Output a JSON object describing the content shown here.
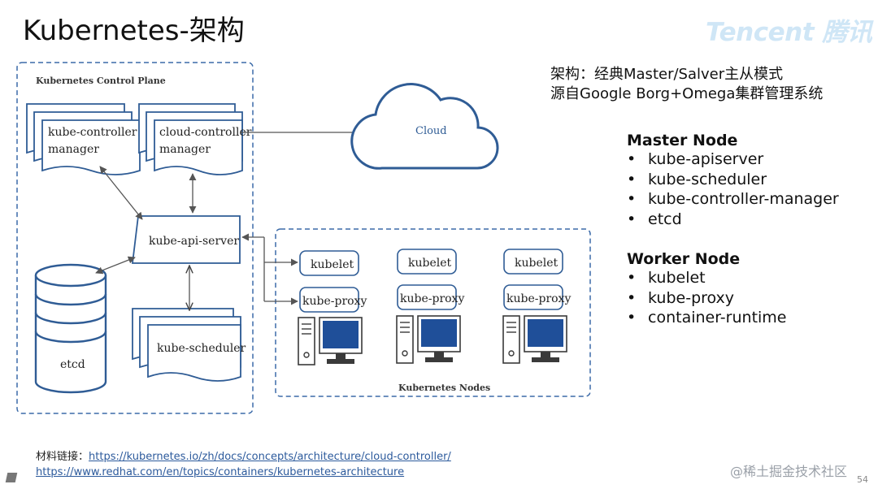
{
  "slide": {
    "title": "Kubernetes-架构",
    "logo_text": "Tencent 腾讯",
    "page_number": "54",
    "watermark": "@稀土掘金技术社区"
  },
  "architecture_note": {
    "line1": "架构：经典Master/Salver主从模式",
    "line2": "源自Google Borg+Omega集群管理系统"
  },
  "master_node": {
    "heading": "Master Node",
    "items": [
      "kube-apiserver",
      "kube-scheduler",
      "kube-controller-manager",
      "etcd"
    ]
  },
  "worker_node": {
    "heading": "Worker Node",
    "items": [
      "kubelet",
      "kube-proxy",
      "container-runtime"
    ]
  },
  "diagram": {
    "control_plane_label": "Kubernetes Control Plane",
    "kube_controller_manager": [
      "kube-controller",
      "manager"
    ],
    "cloud_controller_manager": [
      "cloud-controller",
      "manager"
    ],
    "api_server": "kube-api-server",
    "etcd": "etcd",
    "scheduler": "kube-scheduler",
    "cloud": "Cloud",
    "nodes_label": "Kubernetes Nodes",
    "kubelet": "kubelet",
    "kube_proxy": "kube-proxy"
  },
  "references": {
    "label": "材料链接：",
    "link1": "https://kubernetes.io/zh/docs/concepts/architecture/cloud-controller/",
    "link2": "https://www.redhat.com/en/topics/containers/kubernetes-architecture"
  },
  "colors": {
    "diagram_blue": "#2f5c95",
    "logo": "#cfe6f6",
    "link": "#2c5a9c"
  }
}
